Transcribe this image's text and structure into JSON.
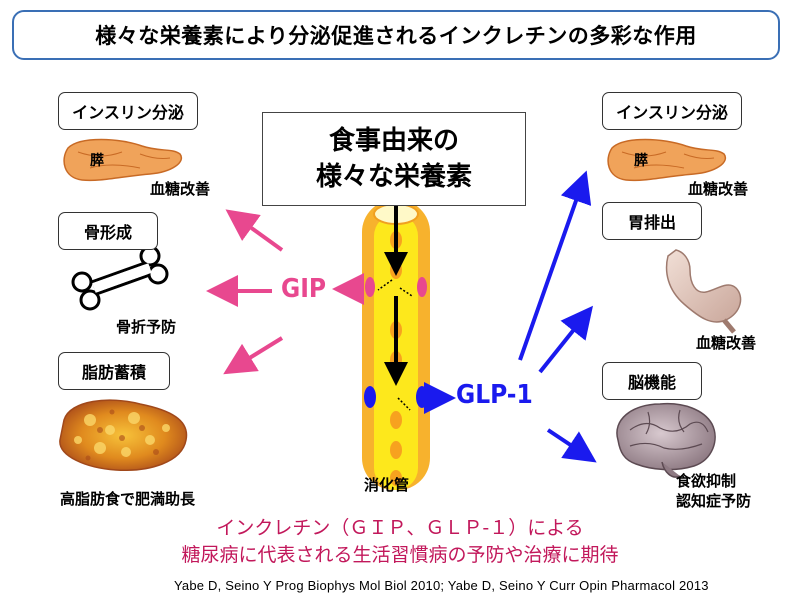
{
  "title": "様々な栄養素により分泌促進されるインクレチンの多彩な作用",
  "center": {
    "line1": "食事由来の",
    "line2": "様々な栄養素"
  },
  "gut_label": "消化管",
  "gip": "GIP",
  "glp1": "GLP-1",
  "left": {
    "insulin": {
      "label": "インスリン分泌",
      "organ": "膵",
      "effect": "血糖改善"
    },
    "bone": {
      "label": "骨形成",
      "effect": "骨折予防"
    },
    "fat": {
      "label": "脂肪蓄積",
      "effect": "高脂肪食で肥満助長"
    }
  },
  "right": {
    "insulin": {
      "label": "インスリン分泌",
      "organ": "膵",
      "effect": "血糖改善"
    },
    "gastric": {
      "label": "胃排出",
      "effect": "血糖改善"
    },
    "brain": {
      "label": "脳機能",
      "effect1": "食欲抑制",
      "effect2": "認知症予防"
    }
  },
  "footer": {
    "line1": "インクレチン（ＧＩＰ、ＧＬＰ-１）による",
    "line2": "糖尿病に代表される生活習慣病の予防や治療に期待"
  },
  "citation": "Yabe D, Seino Y  Prog Biophys Mol Biol 2010; Yabe D, Seino Y  Curr Opin Pharmacol 2013",
  "colors": {
    "title_border": "#3a6fb5",
    "gip_arrow": "#e8488f",
    "glp1_arrow": "#1a1aee",
    "footer_text": "#c2185b",
    "gut_yellow": "#fde81c",
    "gut_orange": "#f7b22d"
  }
}
